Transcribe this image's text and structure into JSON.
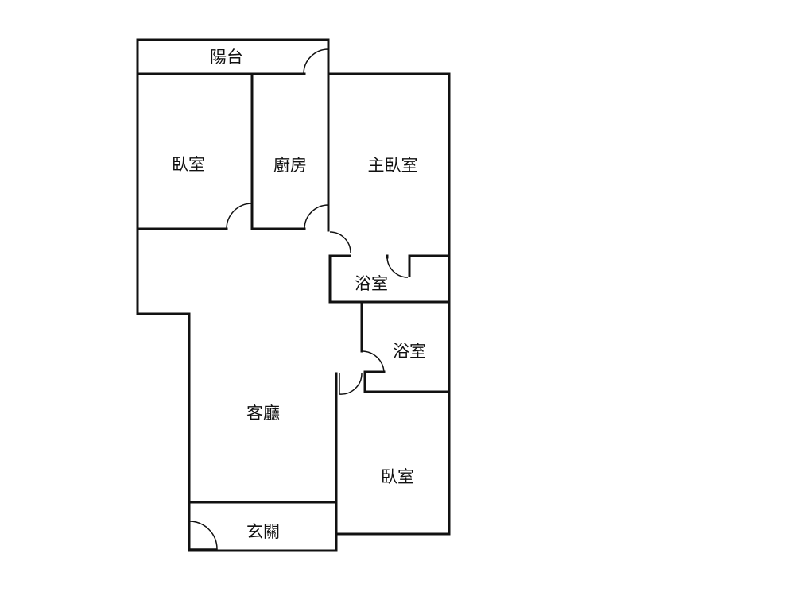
{
  "floor_plan": {
    "rooms": [
      {
        "id": "balcony",
        "label": "陽台"
      },
      {
        "id": "bedroom-1",
        "label": "臥室"
      },
      {
        "id": "kitchen",
        "label": "廚房"
      },
      {
        "id": "master-bedroom",
        "label": "主臥室"
      },
      {
        "id": "bathroom-1",
        "label": "浴室"
      },
      {
        "id": "bathroom-2",
        "label": "浴室"
      },
      {
        "id": "living-room",
        "label": "客廳"
      },
      {
        "id": "bedroom-2",
        "label": "臥室"
      },
      {
        "id": "entrance",
        "label": "玄關"
      }
    ],
    "colors": {
      "wall": "#111111",
      "background": "#ffffff"
    }
  }
}
